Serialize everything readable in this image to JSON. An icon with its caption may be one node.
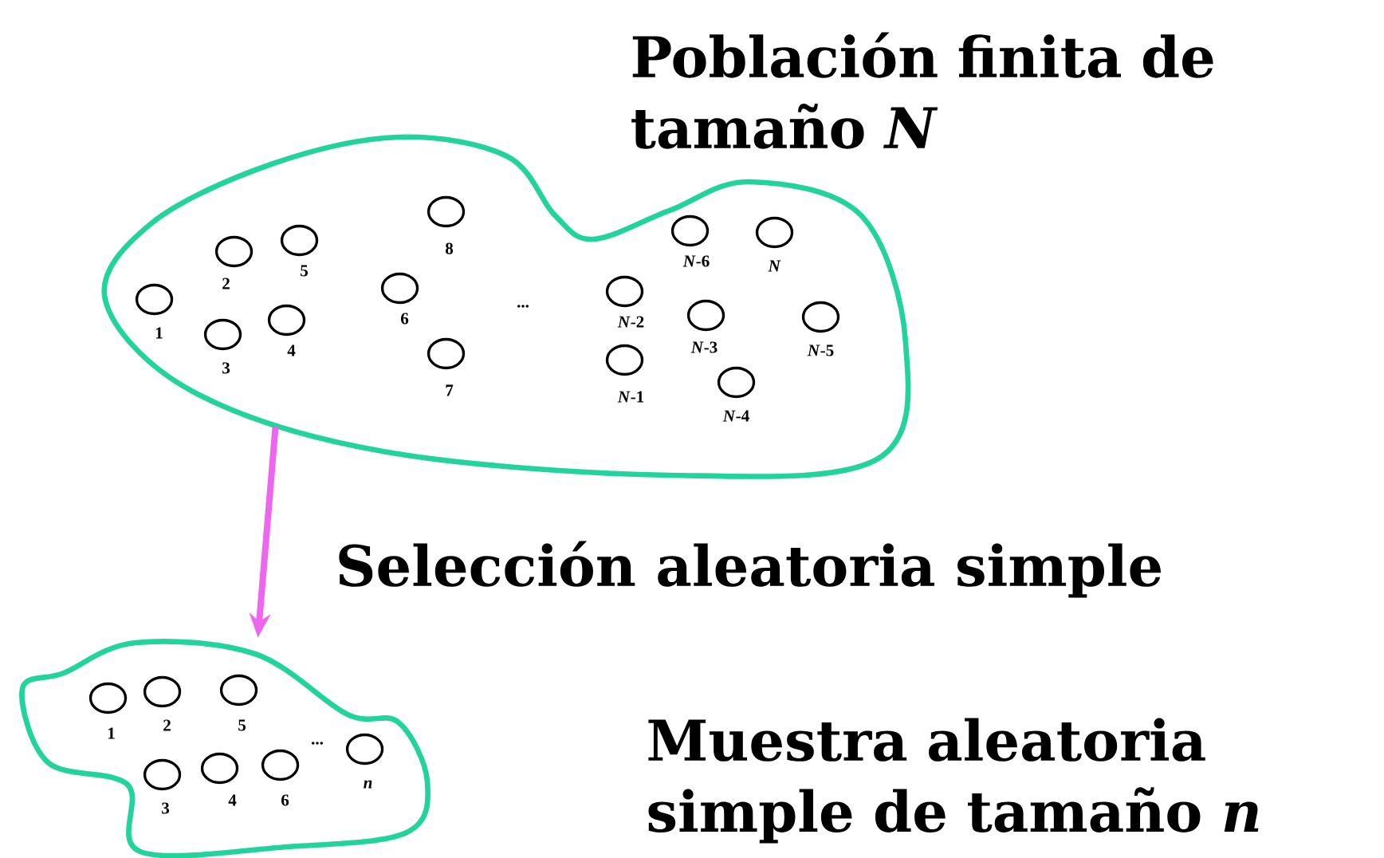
{
  "diagram": {
    "nodes": [
      {
        "text": [
          "Población finita de tamaño *N*"
        ]
      },
      {
        "text": [],
        "shape": "circle",
        "beside": [
          "1"
        ],
        "in": 0
      },
      {
        "text": [],
        "shape": "circle",
        "beside": [
          "2"
        ],
        "in": 0
      },
      {
        "text": [],
        "shape": "circle",
        "beside": [
          "5"
        ],
        "in": 0
      },
      {
        "text": [],
        "shape": "circle",
        "beside": [
          "3"
        ],
        "in": 0
      },
      {
        "text": [],
        "shape": "circle",
        "beside": [
          "4"
        ],
        "in": 0
      },
      {
        "text": [],
        "shape": "circle",
        "beside": [
          "8"
        ],
        "in": 0
      },
      {
        "text": [],
        "shape": "circle",
        "beside": [
          "6"
        ],
        "in": 0
      },
      {
        "text": [],
        "shape": "circle",
        "beside": [
          "7"
        ],
        "in": 0
      },
      {
        "text": [],
        "shape": "circle",
        "beside": [
          "*N*-6"
        ],
        "in": 0
      },
      {
        "text": [],
        "shape": "circle",
        "beside": [
          "*N*"
        ],
        "in": 0
      },
      {
        "text": [],
        "shape": "circle",
        "beside": [
          "*N*-2"
        ],
        "in": 0
      },
      {
        "text": [],
        "shape": "circle",
        "beside": [
          "*N*-3"
        ],
        "in": 0
      },
      {
        "text": [],
        "shape": "circle",
        "beside": [
          "*N*-5"
        ],
        "in": 0
      },
      {
        "text": [],
        "shape": "circle",
        "beside": [
          "*N*-1"
        ],
        "in": 0
      },
      {
        "text": [],
        "shape": "circle",
        "beside": [
          "*N*-4"
        ],
        "in": 0
      },
      {
        "text": [
          "Muestra aleatoria simple de tamaño *n*"
        ]
      },
      {
        "text": [],
        "shape": "circle",
        "beside": [
          "1"
        ],
        "in": 16
      },
      {
        "text": [],
        "shape": "circle",
        "beside": [
          "2"
        ],
        "in": 16
      },
      {
        "text": [],
        "shape": "circle",
        "beside": [
          "5"
        ],
        "in": 16
      },
      {
        "text": [],
        "shape": "circle",
        "beside": [
          "3"
        ],
        "in": 16
      },
      {
        "text": [],
        "shape": "circle",
        "beside": [
          "4"
        ],
        "in": 16
      },
      {
        "text": [],
        "shape": "circle",
        "beside": [
          "6"
        ],
        "in": 16
      },
      {
        "text": [],
        "shape": "circle",
        "beside": [
          "*n*"
        ],
        "in": 16
      }
    ],
    "edges": [
      {
        "from": 0,
        "to": 16,
        "arrow": "to",
        "label": "Selección aleatoria simple",
        "color": "#ee66ee"
      }
    ],
    "labels": [
      "...",
      "..."
    ]
  }
}
